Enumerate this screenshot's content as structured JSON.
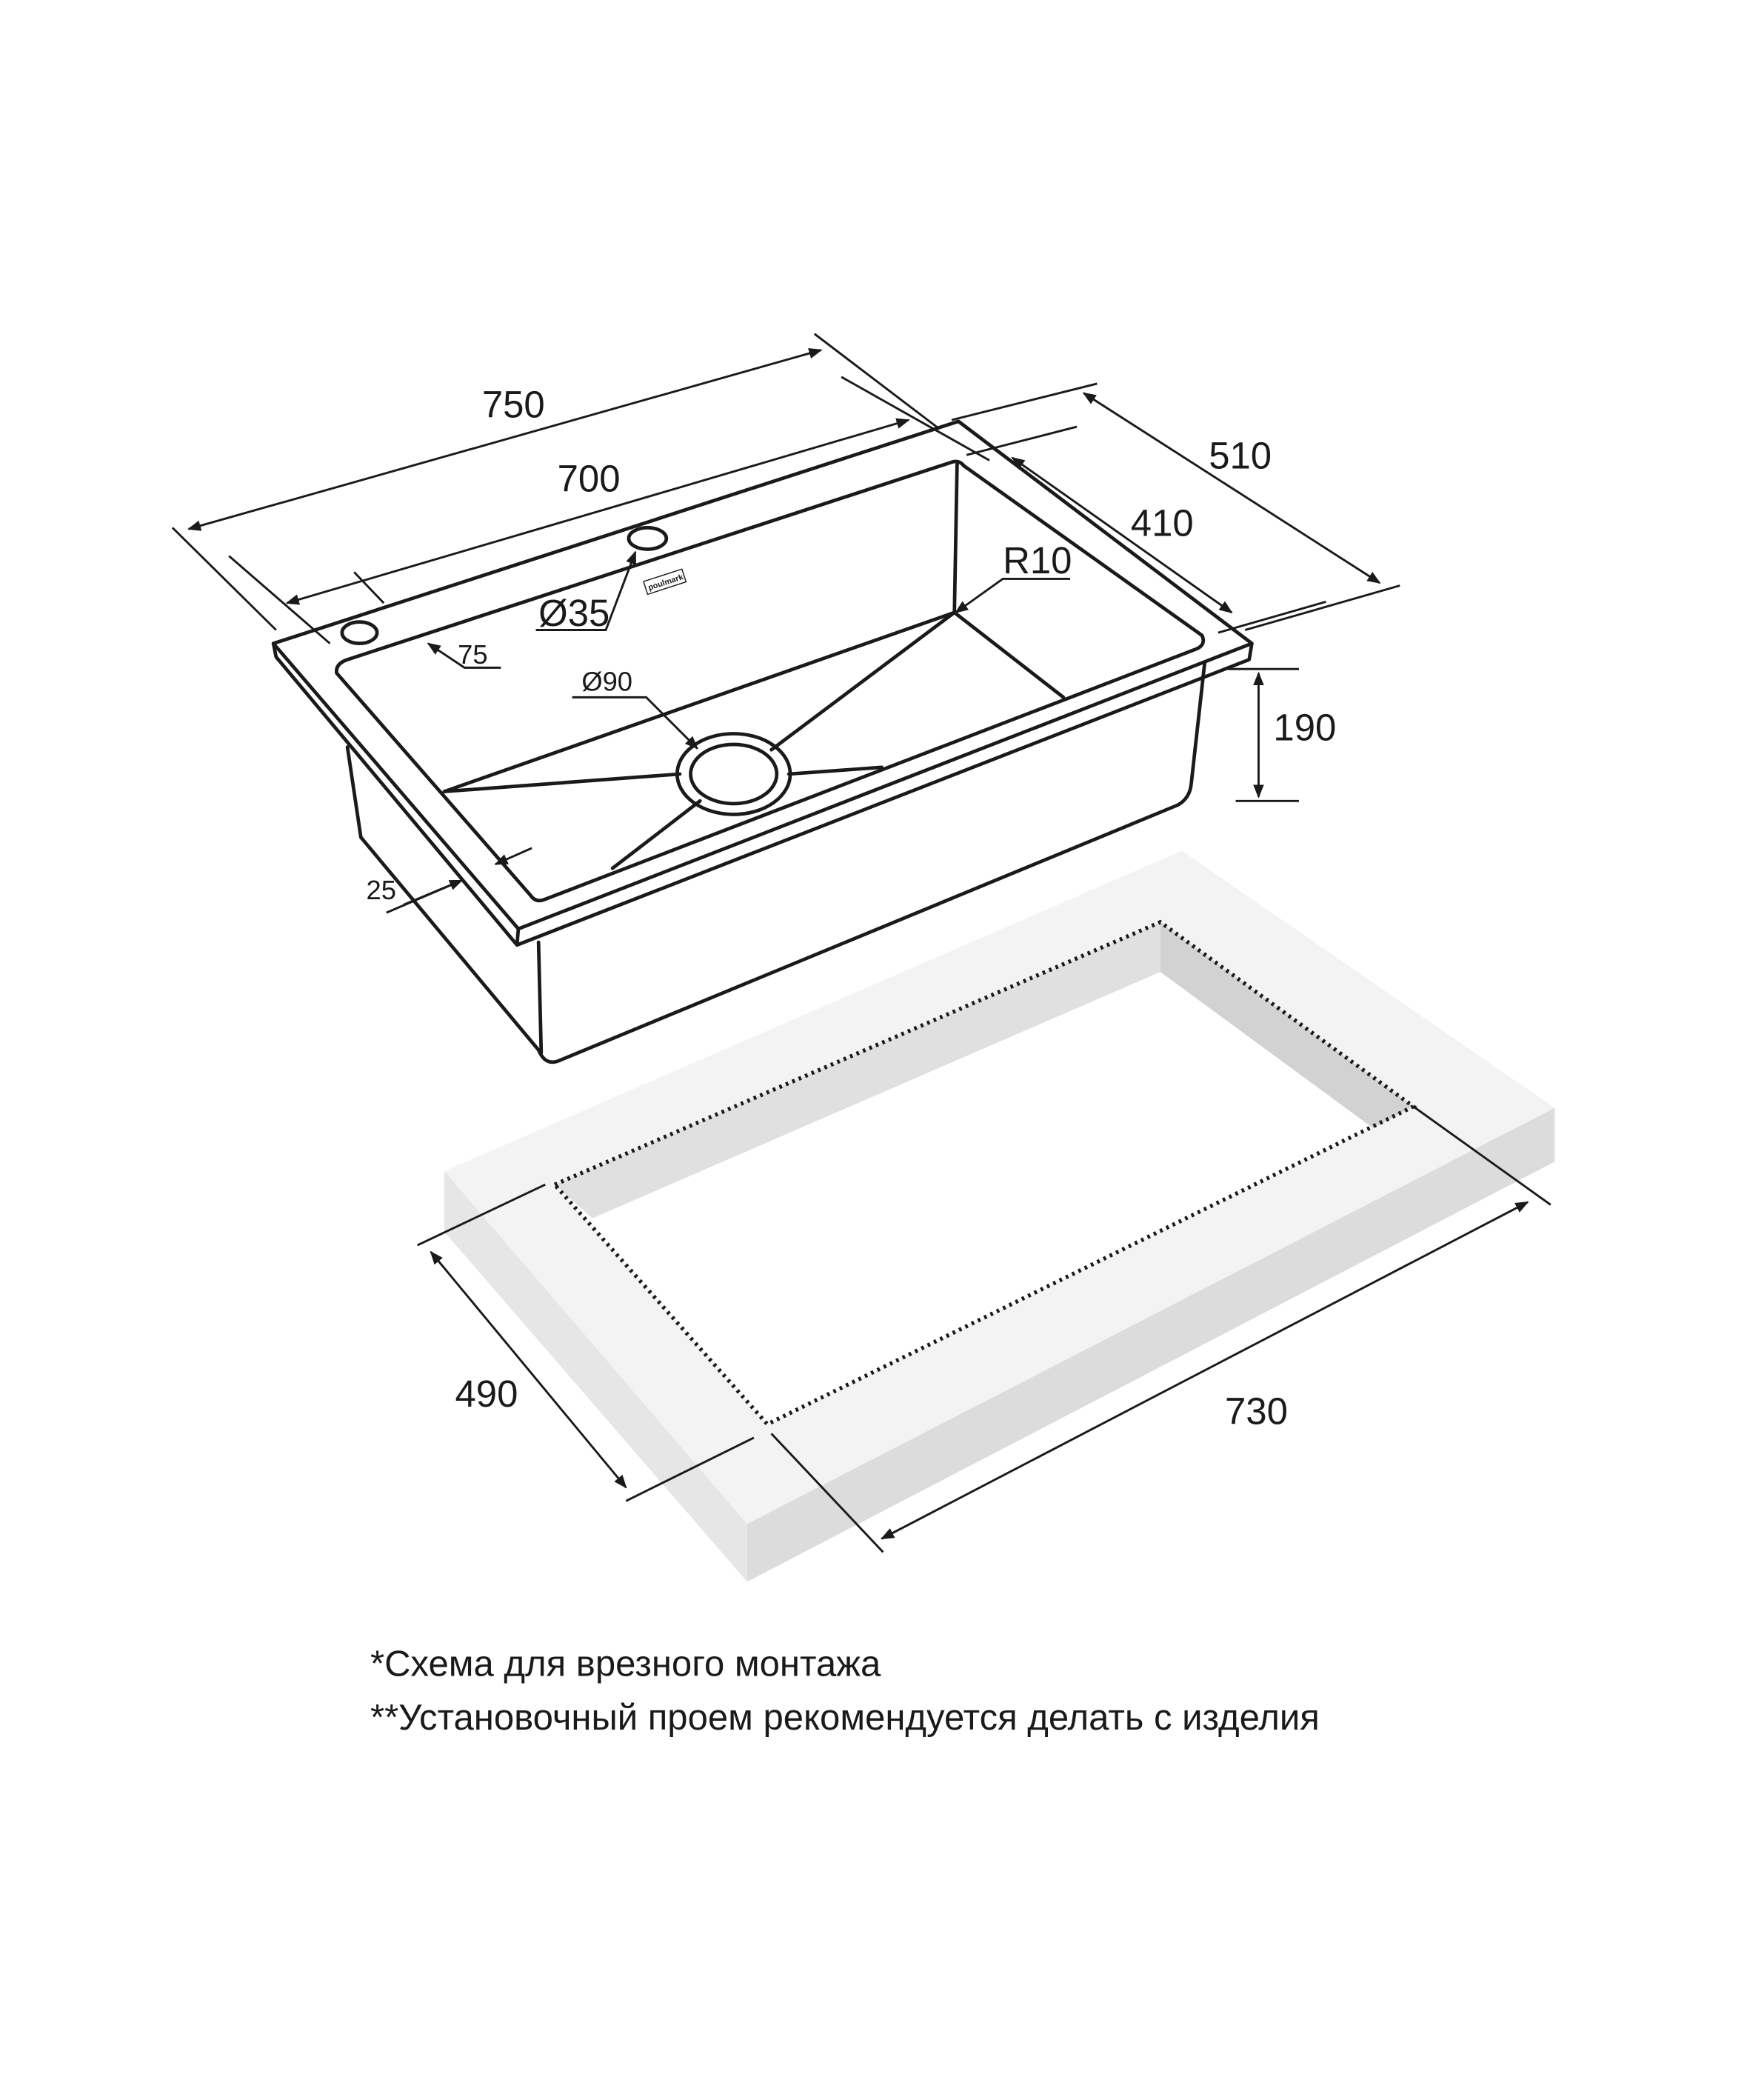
{
  "logo": "poulmark",
  "sink": {
    "dimensions": {
      "overall_length": "750",
      "bowl_length": "700",
      "overall_width": "510",
      "bowl_width": "410",
      "corner_radius": "R10",
      "tap_hole": "Ø35",
      "tap_hole_offset": "75",
      "drain": "Ø90",
      "rim_width": "25",
      "depth": "190"
    }
  },
  "cutout": {
    "dimensions": {
      "width": "490",
      "length": "730"
    }
  },
  "notes": [
    "*Схема для врезного монтажа",
    "**Установочный проем рекомендуется делать с изделия"
  ],
  "colors": {
    "line": "#1a1a1a",
    "slab_top": "#f2f2f2",
    "slab_side": "#e2e2e2",
    "cutout_wall": "#d6d6d6"
  }
}
